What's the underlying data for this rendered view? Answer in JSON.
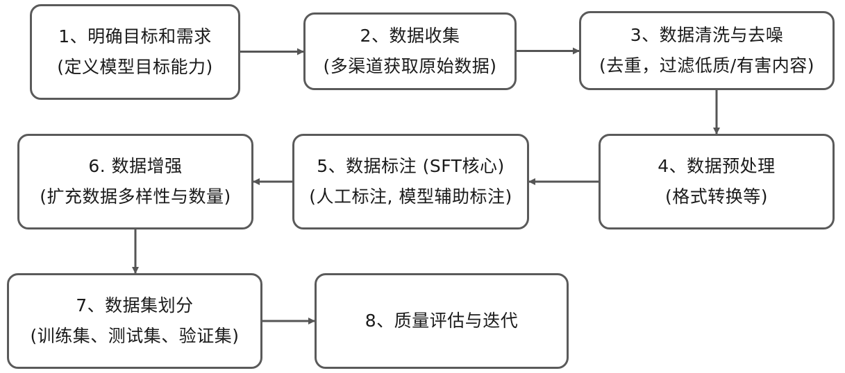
{
  "diagram": {
    "nodes": [
      {
        "id": "n1",
        "title": "1、明确目标和需求",
        "subtitle": "(定义模型目标能力)"
      },
      {
        "id": "n2",
        "title": "2、数据收集",
        "subtitle": "(多渠道获取原始数据)"
      },
      {
        "id": "n3",
        "title": "3、数据清洗与去噪",
        "subtitle": "(去重，过滤低质/有害内容)"
      },
      {
        "id": "n4",
        "title": "4、数据预处理",
        "subtitle": "(格式转换等)"
      },
      {
        "id": "n5",
        "title": "5、数据标注 (SFT核心)",
        "subtitle": "(人工标注, 模型辅助标注)"
      },
      {
        "id": "n6",
        "title": "6. 数据增强",
        "subtitle": "(扩充数据多样性与数量)"
      },
      {
        "id": "n7",
        "title": "7、数据集划分",
        "subtitle": "(训练集、测试集、验证集)"
      },
      {
        "id": "n8",
        "title": "8、质量评估与迭代",
        "subtitle": ""
      }
    ],
    "edges": [
      {
        "from": "n1",
        "to": "n2"
      },
      {
        "from": "n2",
        "to": "n3"
      },
      {
        "from": "n3",
        "to": "n4"
      },
      {
        "from": "n4",
        "to": "n5"
      },
      {
        "from": "n5",
        "to": "n6"
      },
      {
        "from": "n6",
        "to": "n7"
      },
      {
        "from": "n7",
        "to": "n8"
      }
    ],
    "colors": {
      "border": "#5a5a5a",
      "arrow": "#555555",
      "text": "#1a1a1a",
      "background": "#ffffff"
    }
  }
}
